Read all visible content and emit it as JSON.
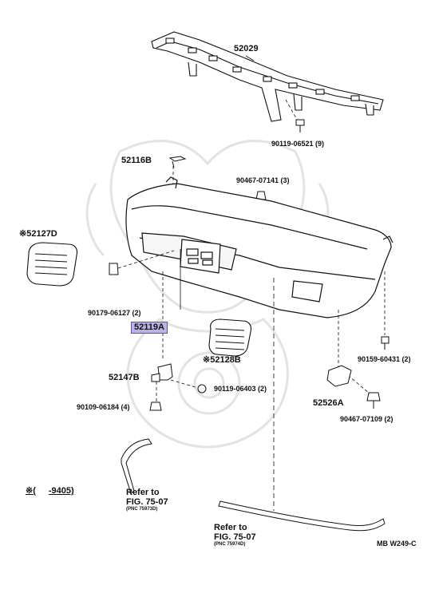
{
  "parts": {
    "p52029": "52029",
    "p90119_06521": "90119-06521 (9)",
    "p52116B": "52116B",
    "p90467_07141": "90467-07141 (3)",
    "p52127D": "※52127D",
    "p90179_06127": "90179-06127 (2)",
    "p52119A": "52119A",
    "p52128B": "※52128B",
    "p90159_60431": "90159-60431 (2)",
    "p52147B": "52147B",
    "p90119_06403": "90119-06403 (2)",
    "p52526A": "52526A",
    "p90109_06184": "90109-06184 (4)",
    "p90467_07109": "90467-07109 (2)"
  },
  "note": {
    "mark": "※(",
    "range": "-9405)"
  },
  "refs": [
    {
      "line1": "Refer to",
      "line2": "FIG. 75-07",
      "pnc": "(PNC 75973D)"
    },
    {
      "line1": "Refer to",
      "line2": "FIG. 75-07",
      "pnc": "(PNC 75974D)"
    }
  ],
  "diagram_code": "MB W249-C",
  "colors": {
    "highlight": "#b9b3e6",
    "ink": "#111111",
    "watermark": "#e3e3e3"
  }
}
